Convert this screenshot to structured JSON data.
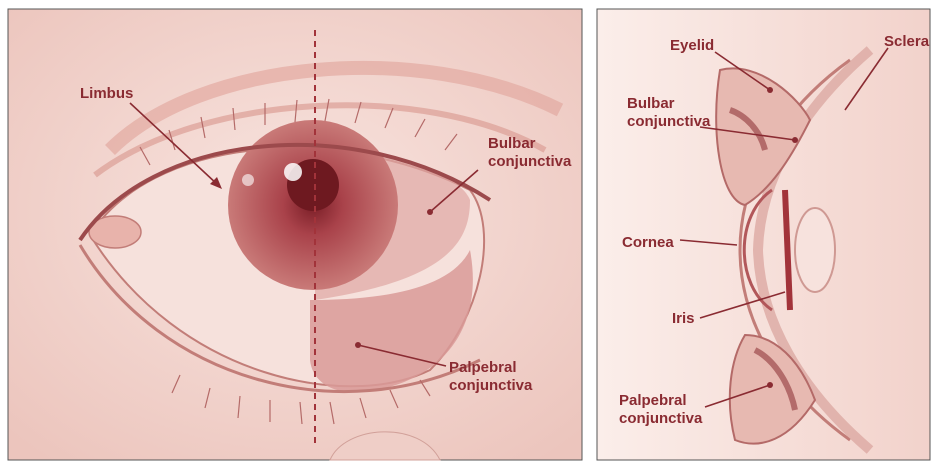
{
  "left_panel": {
    "labels": {
      "limbus": "Limbus",
      "bulbar_line1": "Bulbar",
      "bulbar_line2": "conjunctiva",
      "palpebral_line1": "Palpebral",
      "palpebral_line2": "conjunctiva"
    }
  },
  "right_panel": {
    "labels": {
      "eyelid": "Eyelid",
      "sclera": "Sclera",
      "bulbar_line1": "Bulbar",
      "bulbar_line2": "conjunctiva",
      "cornea": "Cornea",
      "iris": "Iris",
      "palpebral_line1": "Palpebral",
      "palpebral_line2": "conjunctiva"
    }
  },
  "colors": {
    "background": "#ffffff",
    "skin": "#f4d9d3",
    "skin_dark": "#e7b9b1",
    "iris": "#b5545a",
    "ink": "#8a2b32",
    "conjunctiva": "#d99a98"
  }
}
